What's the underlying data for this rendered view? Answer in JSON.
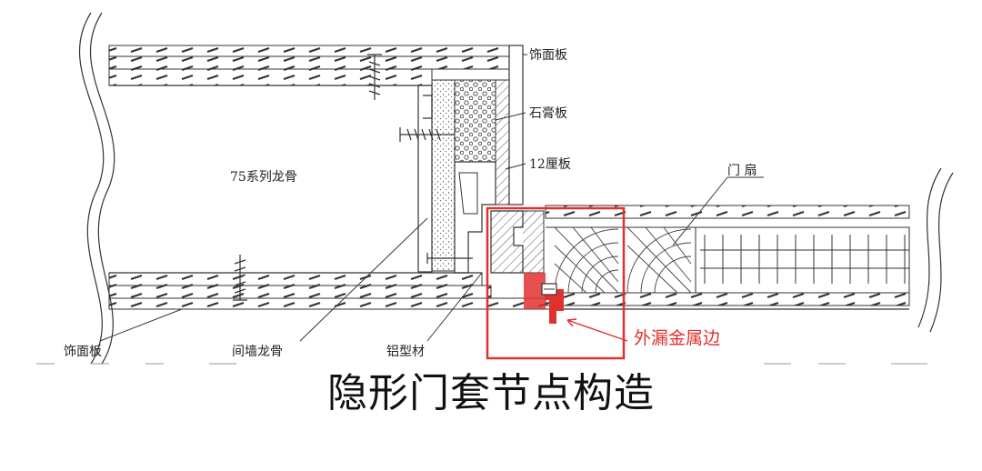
{
  "labels": {
    "facing_top": "饰面板",
    "gypsum": "石膏板",
    "board12": "12厘板",
    "keel75": "75系列龙骨",
    "door_leaf": "门 扇",
    "facing_bottom": "饰面板",
    "partition_keel": "间墙龙骨",
    "aluminum": "铝型材",
    "metal_edge": "外漏金属边"
  },
  "caption": "隐形门套节点构造",
  "colors": {
    "highlight": "#e0312f",
    "line": "#333333"
  }
}
